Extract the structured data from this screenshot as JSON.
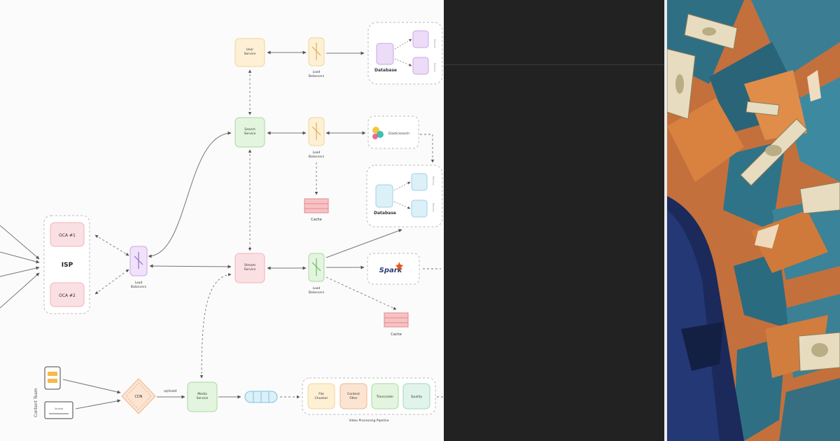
{
  "diagram": {
    "isp_label": "ISP",
    "oca1_label": "OCA #1",
    "oca2_label": "OCA #2",
    "lb_main_label": [
      "Load",
      "Balancers"
    ],
    "user_service_label": [
      "User",
      "Service"
    ],
    "search_service_label": [
      "Search",
      "Service"
    ],
    "stream_service_label": [
      "Stream",
      "Service"
    ],
    "media_service_label": [
      "Media",
      "Service"
    ],
    "lb_label": [
      "Load",
      "Balancers"
    ],
    "database_label": "Database",
    "replica_label": "Replica",
    "elasticsearch_label": "Elasticsearch",
    "cache_label": "Cache",
    "spark_label": "Spark",
    "cdn_label": "CDN",
    "upload_label": "upload",
    "content_team_label": "Content Team",
    "upload_box_text": "Upload",
    "file_chunker_label": [
      "File",
      "Chunker"
    ],
    "content_filter_label": [
      "Content",
      "Filter"
    ],
    "transcoder_label": "Transcoder",
    "quality_label": "Quality",
    "pipeline_label": "Video Processing Pipeline"
  },
  "colors": {
    "user": "#fdf0d5",
    "search": "#e3f5df",
    "stream": "#fbe0e3",
    "media": "#e3f5df",
    "lb_purple": "#efe2fa",
    "oca": "#fbe0e3",
    "db_purple": "#eddcf7",
    "db_blue": "#dcf0f8",
    "cache": "#f7c2c4",
    "dark_panel": "#222222"
  }
}
